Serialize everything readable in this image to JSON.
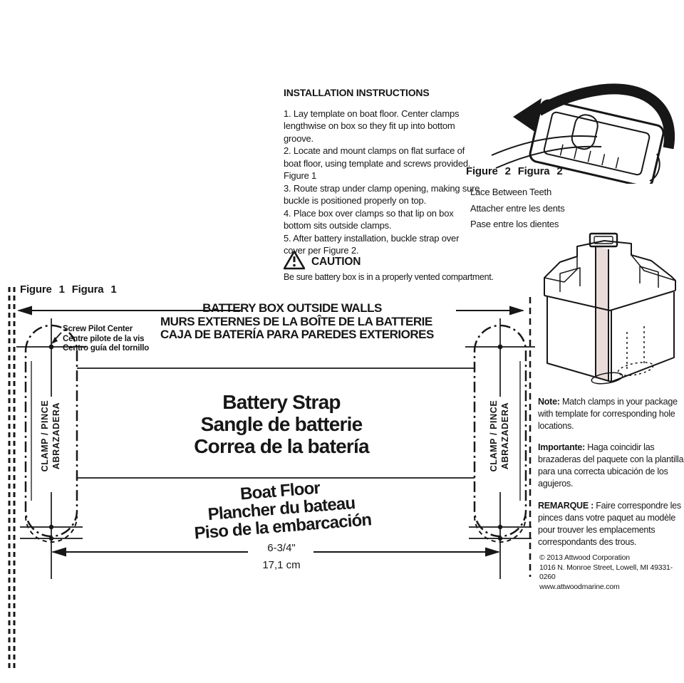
{
  "colors": {
    "ink": "#171717",
    "paper": "#ffffff",
    "strap_fill": "#e9dcda"
  },
  "installation": {
    "title": "INSTALLATION INSTRUCTIONS",
    "steps": [
      "1. Lay template on boat floor. Center clamps lengthwise on box so they fit up into bottom groove.",
      "2. Locate and mount clamps on flat surface of boat floor, using template and screws provided. Figure 1",
      "3. Route strap under clamp opening, making sure buckle is positioned properly on top.",
      "4. Place box over clamps so that lip on box bottom sits outside clamps.",
      "5. After battery installation, buckle strap over cover per Figure 2."
    ],
    "caution_label": "CAUTION",
    "caution_text": "Be sure battery box is in a properly vented compartment."
  },
  "figure2": {
    "caption": "Figure 2 Figura 2",
    "labels": [
      "Lace Between Teeth",
      "Attacher entre les dents",
      "Pase entre los dientes"
    ]
  },
  "figure1": {
    "caption": "Figure 1 Figura 1",
    "walls_heading": [
      "BATTERY BOX OUTSIDE WALLS",
      "MURS EXTERNES DE LA BOÎTE DE LA BATTERIE",
      "CAJA DE BATERÍA PARA PAREDES EXTERIORES"
    ],
    "screw_pilot_label": [
      "Screw Pilot Center",
      "Centre pilote de la vis",
      "Centro guía del tornillo"
    ],
    "clamp_label": [
      "CLAMP / PINCE",
      "ABRAZADERA"
    ],
    "strap_label": [
      "Battery Strap",
      "Sangle de batterie",
      "Correa de la batería"
    ],
    "floor_label": [
      "Boat Floor",
      "Plancher du bateau",
      "Piso de la embarcación"
    ],
    "dimension": {
      "inches": "6-3/4\"",
      "cm": "17,1 cm"
    }
  },
  "notes": {
    "note": {
      "label": "Note:",
      "text": "Match clamps in your package with template for corresponding hole locations."
    },
    "importante": {
      "label": "Importante:",
      "text": "Haga coincidir las brazaderas del paquete con la plantilla para una correcta ubicación de los agujeros."
    },
    "remarque": {
      "label": "REMARQUE :",
      "text": "Faire correspondre les pinces dans votre paquet au modèle pour trouver les emplacements correspondants des trous."
    }
  },
  "footer": {
    "copyright": "© 2013 Attwood Corporation",
    "address": "1016 N. Monroe Street, Lowell, MI 49331-0260",
    "website": "www.attwoodmarine.com"
  }
}
